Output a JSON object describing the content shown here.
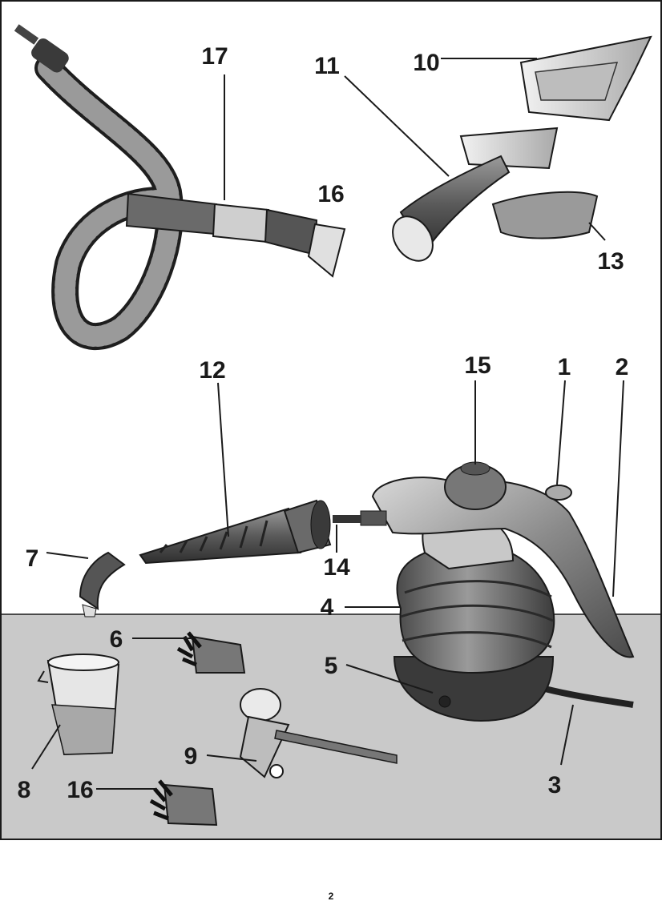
{
  "figure": {
    "type": "exploded-parts-diagram",
    "callouts": [
      {
        "id": "1",
        "label": "1"
      },
      {
        "id": "2",
        "label": "2"
      },
      {
        "id": "3",
        "label": "3"
      },
      {
        "id": "4",
        "label": "4"
      },
      {
        "id": "5",
        "label": "5"
      },
      {
        "id": "6",
        "label": "6"
      },
      {
        "id": "7",
        "label": "7"
      },
      {
        "id": "8",
        "label": "8"
      },
      {
        "id": "9",
        "label": "9"
      },
      {
        "id": "10",
        "label": "10"
      },
      {
        "id": "11",
        "label": "11"
      },
      {
        "id": "12",
        "label": "12"
      },
      {
        "id": "13",
        "label": "13"
      },
      {
        "id": "14",
        "label": "14"
      },
      {
        "id": "15",
        "label": "15"
      },
      {
        "id": "16a",
        "label": "16"
      },
      {
        "id": "16b",
        "label": "16"
      },
      {
        "id": "17",
        "label": "17"
      }
    ],
    "colors": {
      "floor": "#c9c9c9",
      "outline": "#1a1a1a",
      "body_dark": "#5a5a5a",
      "body_mid": "#8c8c8c",
      "body_light": "#cfcfcf"
    }
  },
  "footer": {
    "page_number": "2"
  }
}
